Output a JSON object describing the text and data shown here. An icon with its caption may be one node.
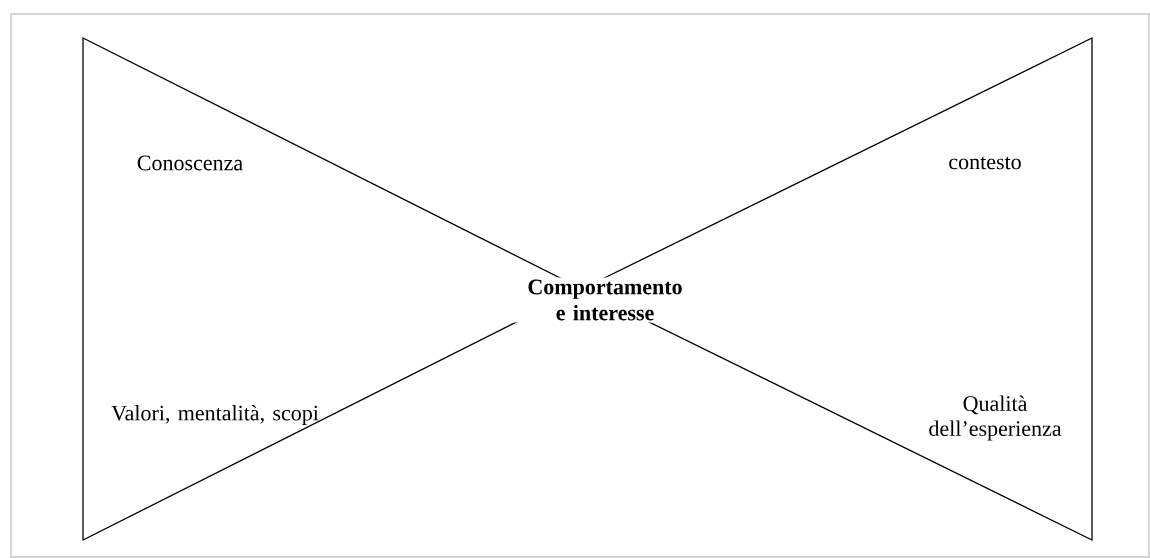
{
  "diagram": {
    "nodes": [
      {
        "text": [
          "Conoscenza",
          "Valori, mentalità, scopi"
        ]
      },
      {
        "text": [
          "contesto",
          "Qualità dell’esperienza"
        ]
      }
    ],
    "labels": [
      "Comportamento e interesse"
    ]
  }
}
